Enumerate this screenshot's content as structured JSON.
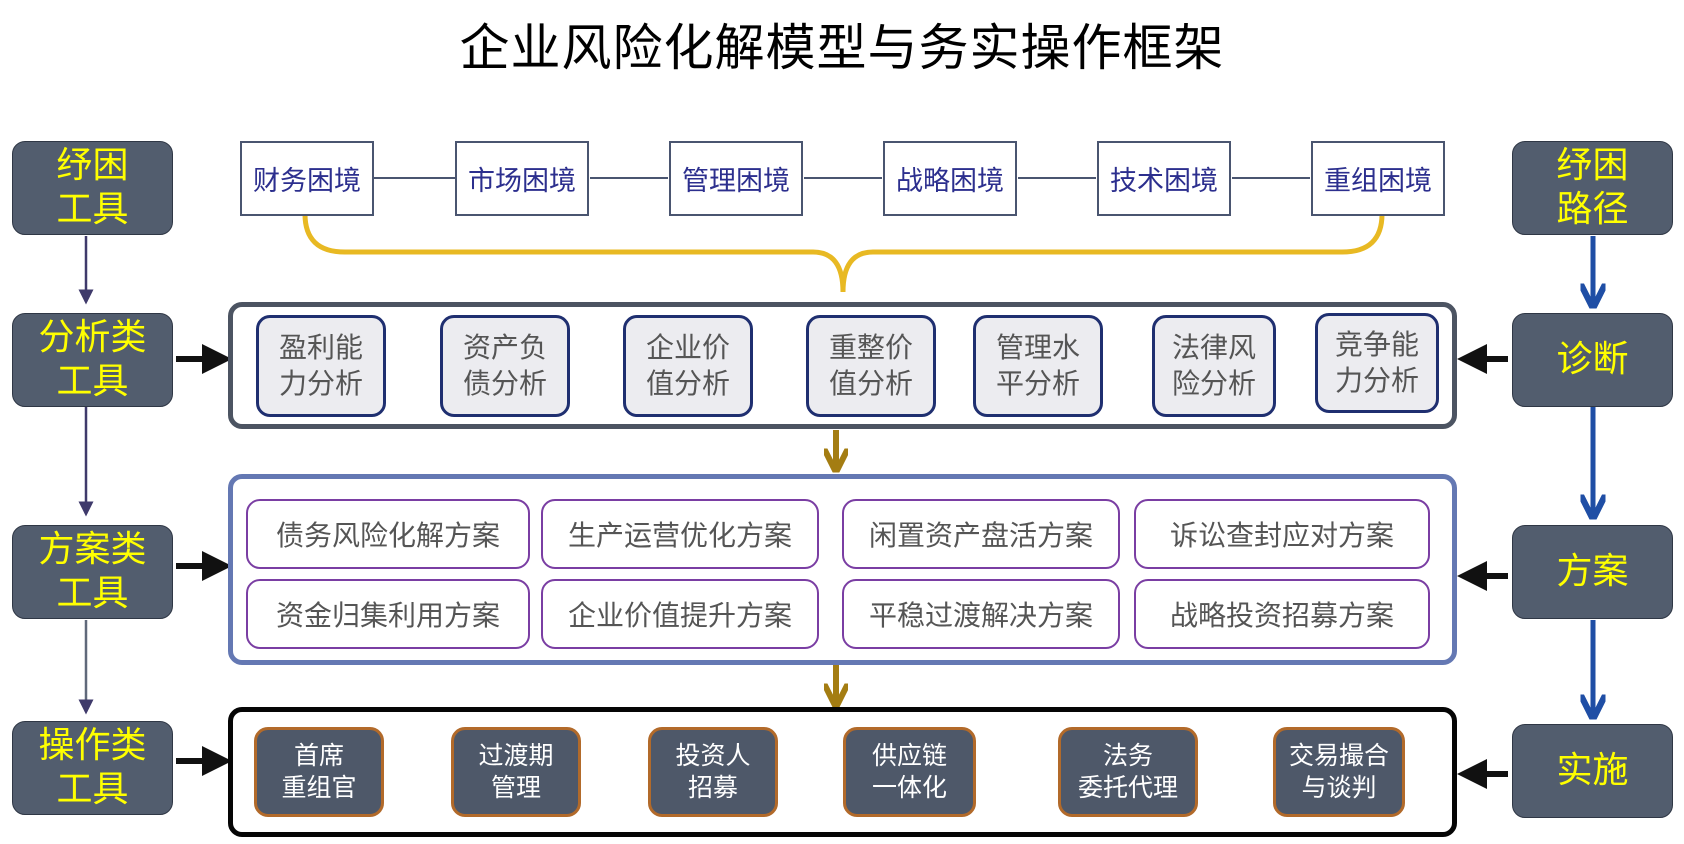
{
  "title": "企业风险化解模型与务实操作框架",
  "left_tools": [
    "纾困\n工具",
    "分析类\n工具",
    "方案类\n工具",
    "操作类\n工具"
  ],
  "right_path": [
    "纾困\n路径",
    "诊断",
    "方案",
    "实施"
  ],
  "difficulties": [
    "财务困境",
    "市场困境",
    "管理困境",
    "战略困境",
    "技术困境",
    "重组困境"
  ],
  "analysis": [
    "盈利能\n力分析",
    "资产负\n债分析",
    "企业价\n值分析",
    "重整价\n值分析",
    "管理水\n平分析",
    "法律风\n险分析",
    "竞争能\n力分析"
  ],
  "plans": [
    "债务风险化解方案",
    "生产运营优化方案",
    "闲置资产盘活方案",
    "诉讼查封应对方案",
    "资金归集利用方案",
    "企业价值提升方案",
    "平稳过渡解决方案",
    "战略投资招募方案"
  ],
  "operations": [
    "首席\n重组官",
    "过渡期\n管理",
    "投资人\n招募",
    "供应链\n一体化",
    "法务\n委托代理",
    "交易撮合\n与谈判"
  ],
  "colors": {
    "side_box": "#525d6e",
    "side_text": "#ffff00",
    "brace": "#e8b923",
    "flow_arrow": "#a47d12",
    "right_arrow": "#1f4ea5",
    "left_arrow": "#3f3a6b"
  }
}
